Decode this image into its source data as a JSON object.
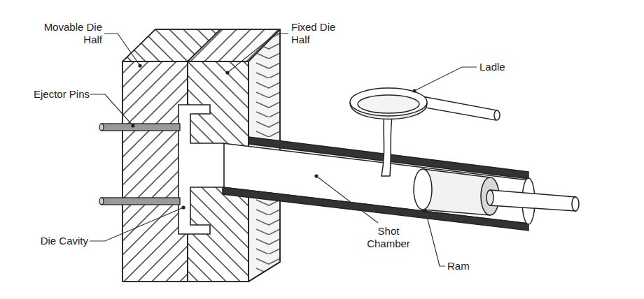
{
  "diagram": {
    "labels": [
      "Movable Die Half",
      "Fixed Die Half",
      "Ejector Pins",
      "Die Cavity",
      "Ladle",
      "Shot Chamber",
      "Ram"
    ]
  }
}
